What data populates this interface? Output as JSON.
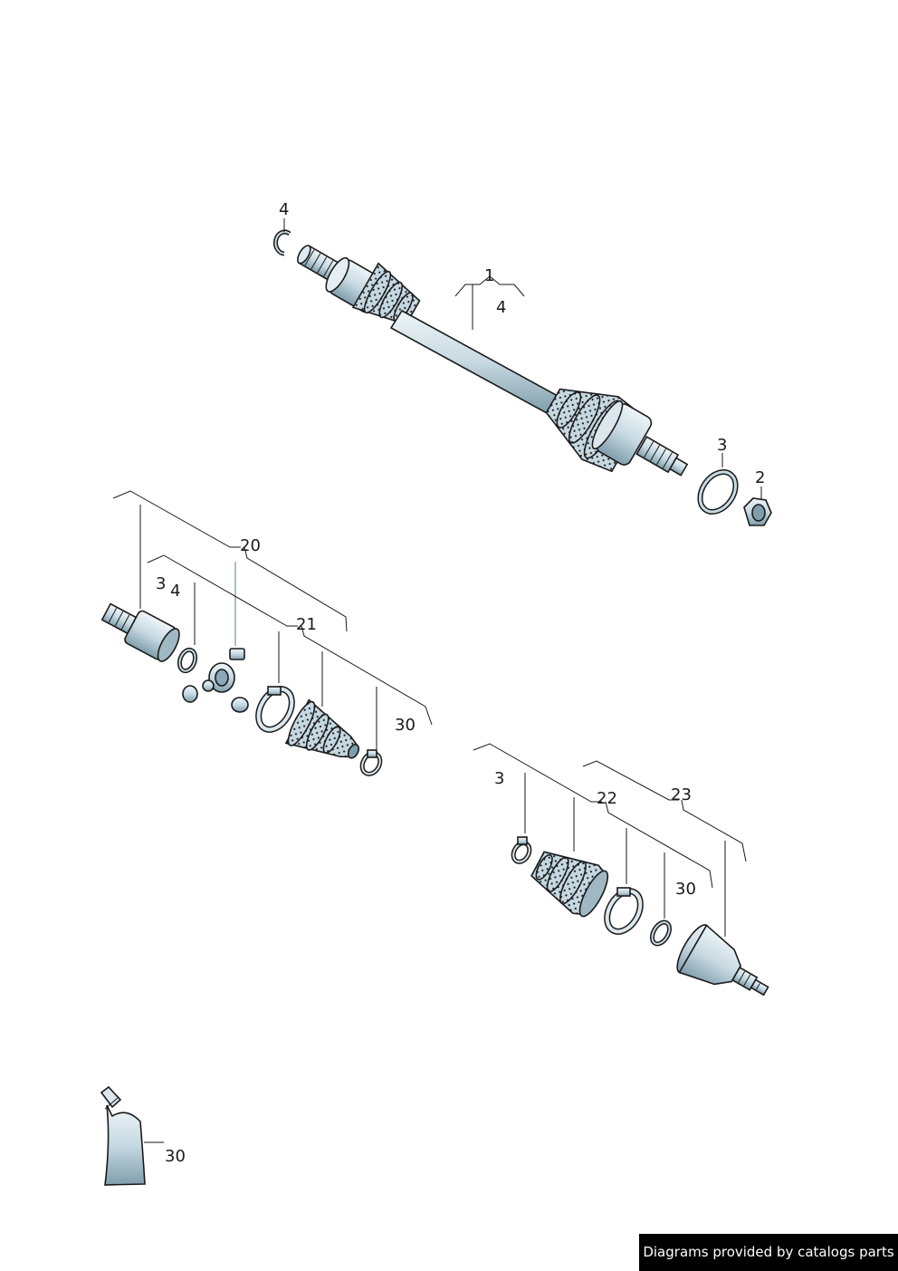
{
  "labels": {
    "top_circlip": "4",
    "shaft_assembly": "1",
    "shaft_assembly_qty": "4",
    "shaft_ring": "3",
    "shaft_nut": "2",
    "inner_joint_kit": "20",
    "inner_joint_ring": "3",
    "inner_joint_circlip": "4",
    "inner_boot_kit": "21",
    "inner_grease": "30",
    "outer_boot_ring": "3",
    "outer_boot_kit": "22",
    "outer_joint_kit": "23",
    "outer_grease": "30",
    "grease_tube": "30"
  },
  "footer": {
    "credit": "Diagrams provided by catalogs parts"
  },
  "colors": {
    "part_fill": "#cfe0e8",
    "part_shade": "#8aa7b5",
    "line": "#1a1a1a",
    "credit_bg": "#000000"
  }
}
